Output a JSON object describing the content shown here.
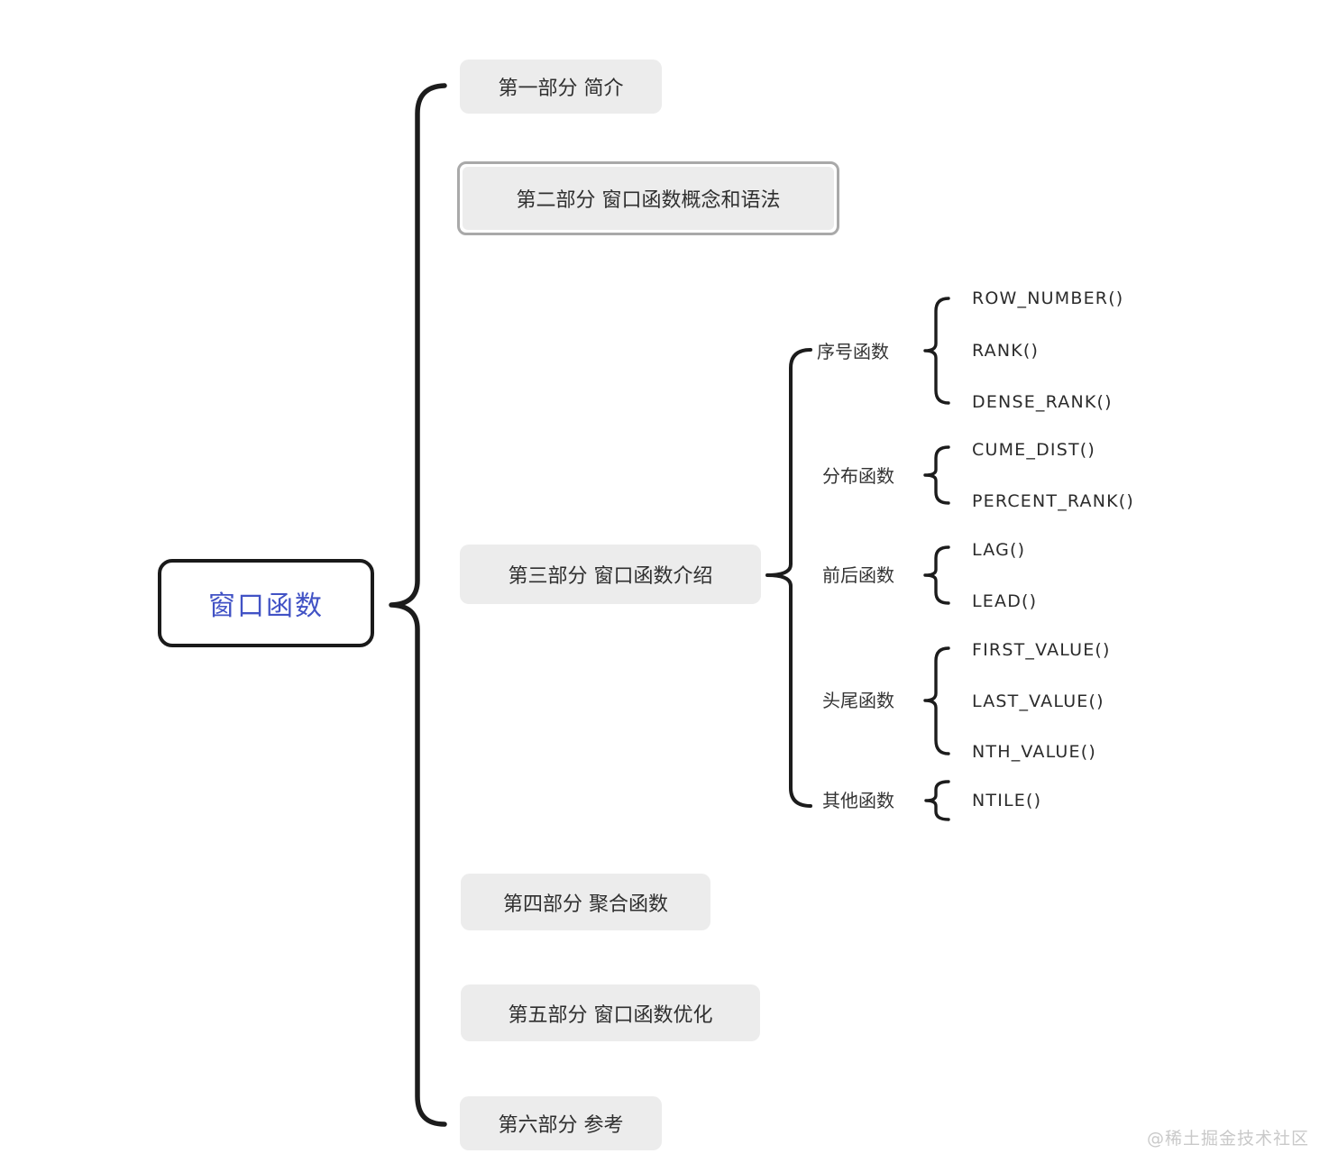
{
  "root": {
    "label": "窗口函数"
  },
  "branches": [
    {
      "label": "第一部分 简介",
      "selected": false
    },
    {
      "label": "第二部分 窗口函数概念和语法",
      "selected": true
    },
    {
      "label": "第三部分 窗口函数介绍",
      "selected": false,
      "children": [
        {
          "label": "序号函数",
          "functions": [
            "ROW_NUMBER()",
            "RANK()",
            "DENSE_RANK()"
          ]
        },
        {
          "label": "分布函数",
          "functions": [
            "CUME_DIST()",
            "PERCENT_RANK()"
          ]
        },
        {
          "label": "前后函数",
          "functions": [
            "LAG()",
            "LEAD()"
          ]
        },
        {
          "label": "头尾函数",
          "functions": [
            "FIRST_VALUE()",
            "LAST_VALUE()",
            "NTH_VALUE()"
          ]
        },
        {
          "label": "其他函数",
          "functions": [
            "NTILE()"
          ]
        }
      ]
    },
    {
      "label": "第四部分 聚合函数",
      "selected": false
    },
    {
      "label": "第五部分 窗口函数优化",
      "selected": false
    },
    {
      "label": "第六部分 参考",
      "selected": false
    }
  ],
  "watermark": "@稀土掘金技术社区",
  "colors": {
    "root_text": "#4152c5",
    "root_border": "#1a1a1a",
    "node_fill": "#ececec",
    "selected_ring": "#a9a9a9",
    "node_text": "#2f2f2f",
    "connector": "#1c1c1c",
    "watermark": "#c9c9c9"
  }
}
